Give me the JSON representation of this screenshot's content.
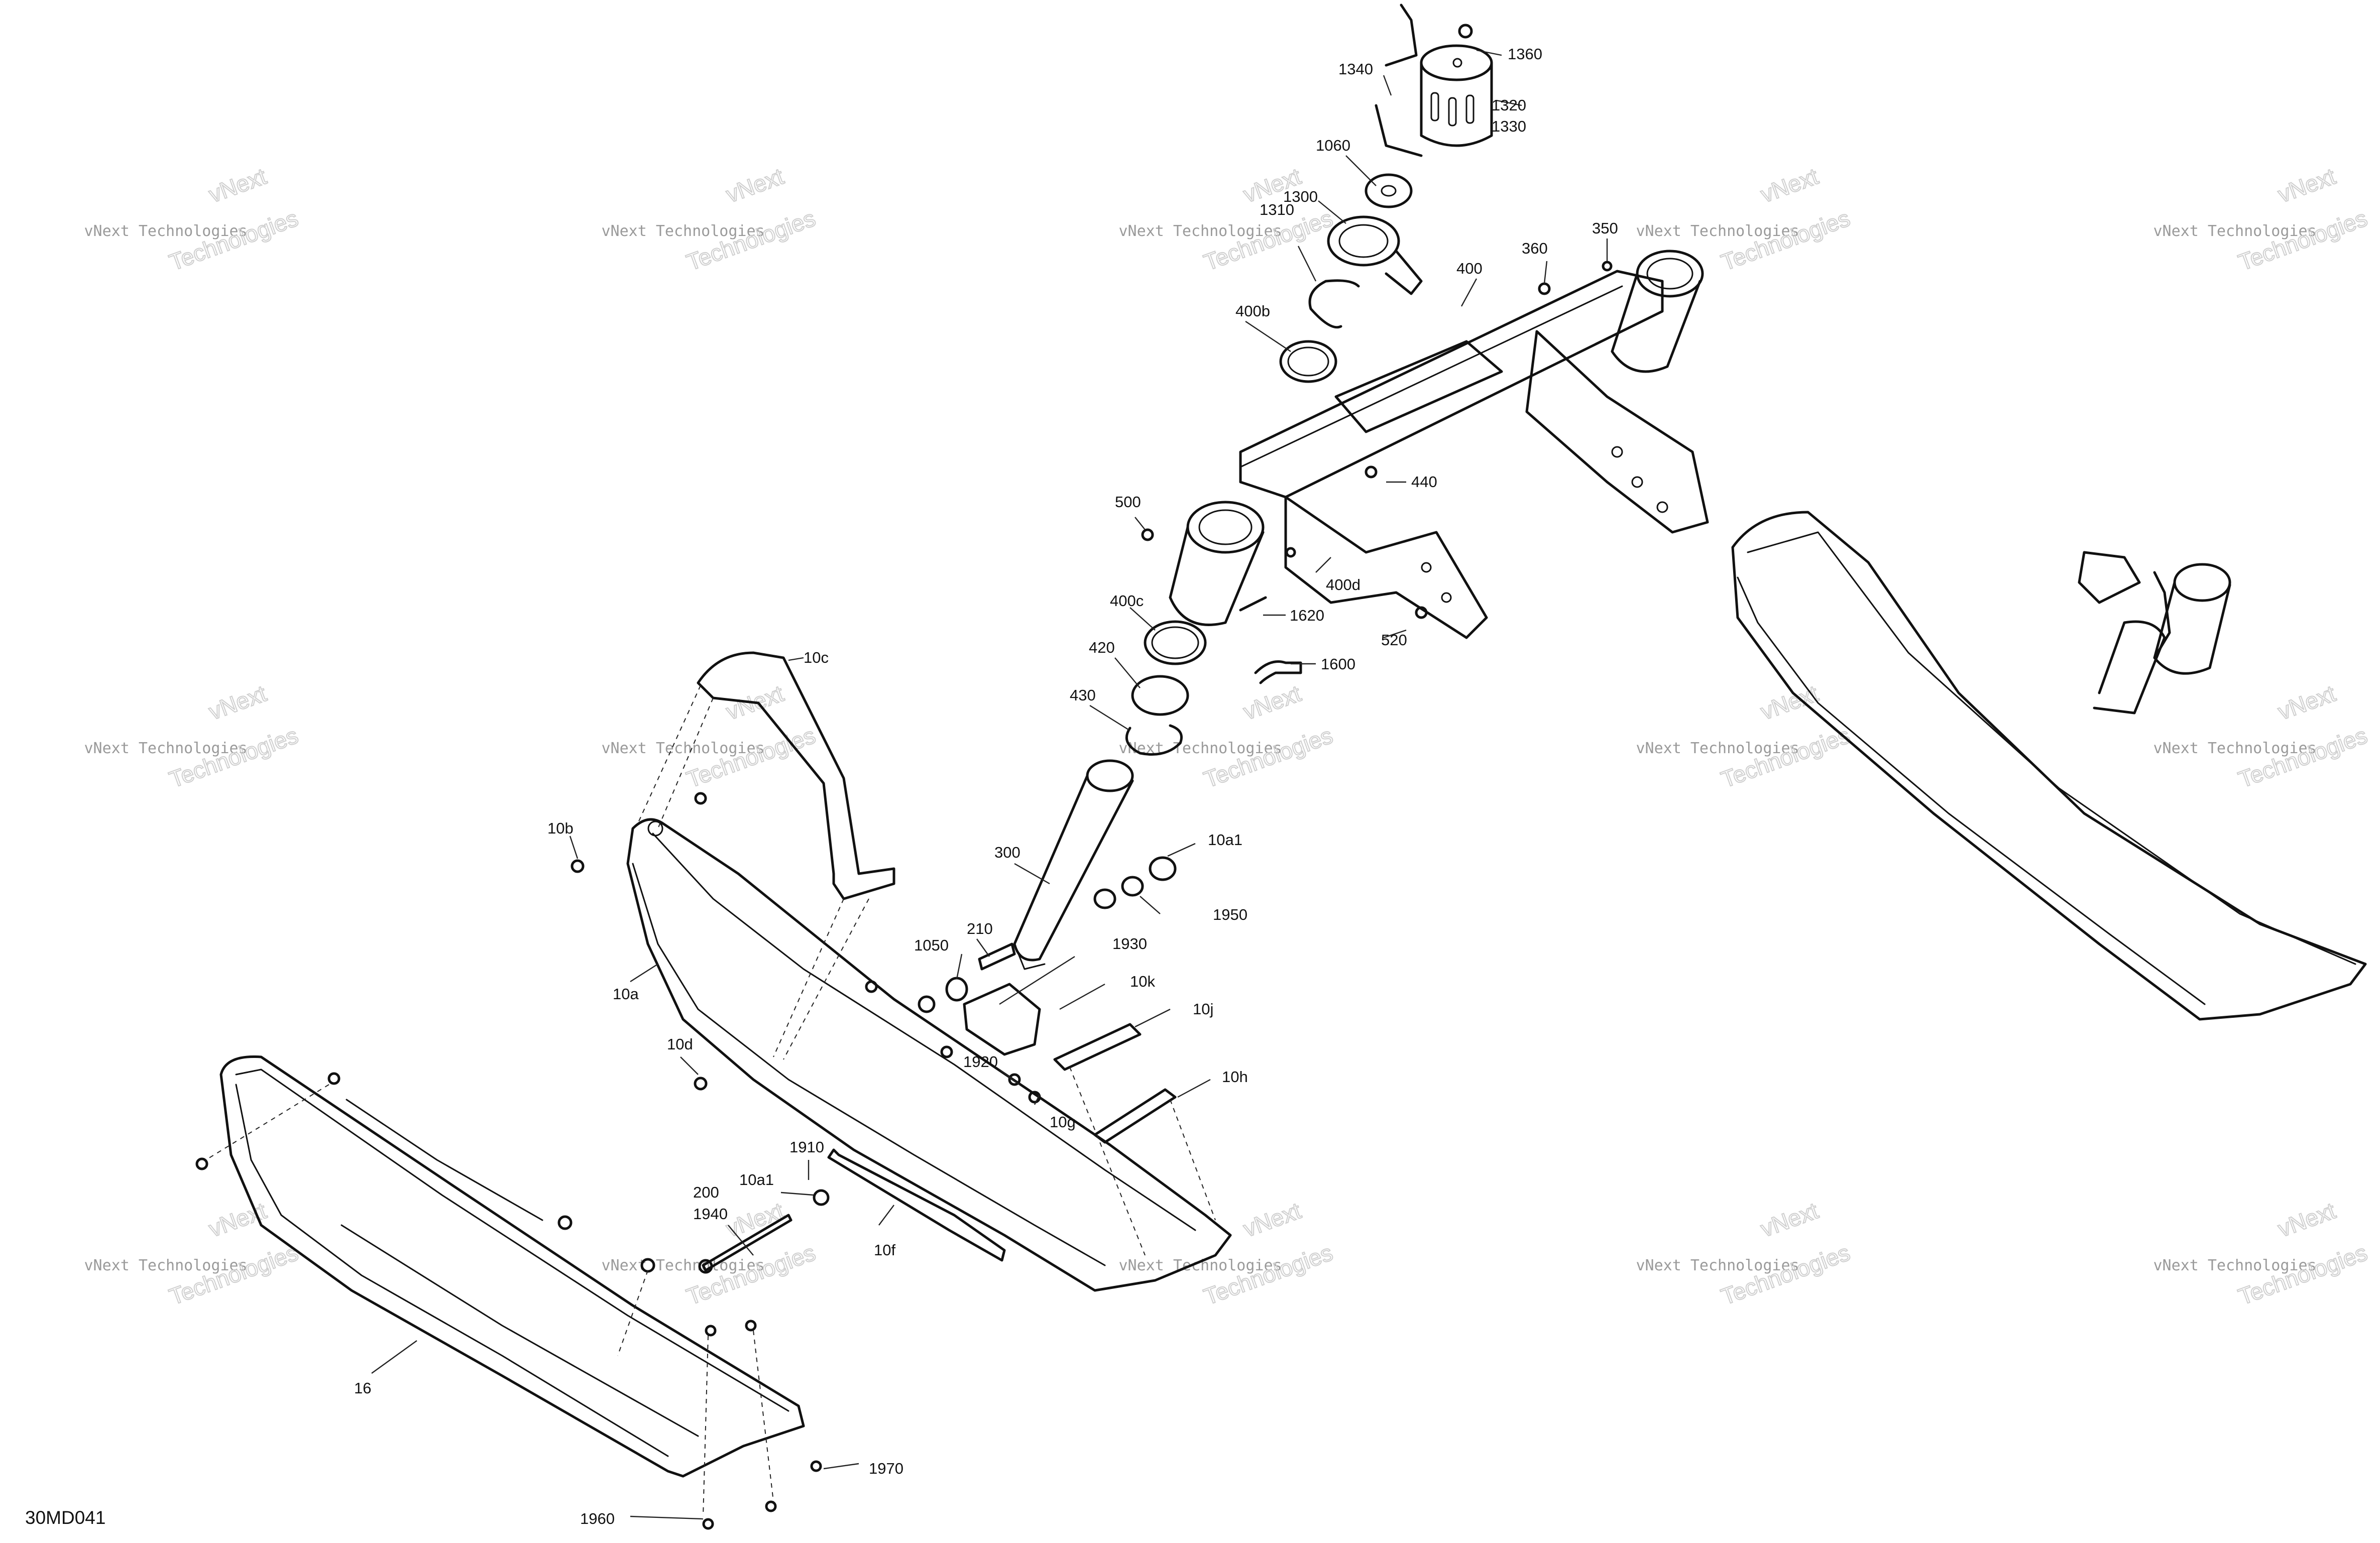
{
  "diagram_code": "30MD041",
  "watermark": {
    "line1": "vNext Technologies",
    "line2": "vNext",
    "line3": "Technologies"
  },
  "callouts": [
    {
      "id": "1360",
      "text": "1360"
    },
    {
      "id": "1340",
      "text": "1340"
    },
    {
      "id": "1320",
      "text": "1320"
    },
    {
      "id": "1330",
      "text": "1330"
    },
    {
      "id": "1060",
      "text": "1060"
    },
    {
      "id": "1300",
      "text": "1300"
    },
    {
      "id": "1310",
      "text": "1310"
    },
    {
      "id": "360",
      "text": "360"
    },
    {
      "id": "350",
      "text": "350"
    },
    {
      "id": "400",
      "text": "400"
    },
    {
      "id": "400b",
      "text": "400b"
    },
    {
      "id": "440",
      "text": "440"
    },
    {
      "id": "500",
      "text": "500"
    },
    {
      "id": "400d",
      "text": "400d"
    },
    {
      "id": "400c",
      "text": "400c"
    },
    {
      "id": "1620",
      "text": "1620"
    },
    {
      "id": "520",
      "text": "520"
    },
    {
      "id": "420",
      "text": "420"
    },
    {
      "id": "1600",
      "text": "1600"
    },
    {
      "id": "10c",
      "text": "10c"
    },
    {
      "id": "430",
      "text": "430"
    },
    {
      "id": "10b",
      "text": "10b"
    },
    {
      "id": "10a1_top",
      "text": "10a1"
    },
    {
      "id": "300",
      "text": "300"
    },
    {
      "id": "1950",
      "text": "1950"
    },
    {
      "id": "210",
      "text": "210"
    },
    {
      "id": "1930",
      "text": "1930"
    },
    {
      "id": "1050",
      "text": "1050"
    },
    {
      "id": "10k",
      "text": "10k"
    },
    {
      "id": "10a",
      "text": "10a"
    },
    {
      "id": "10j",
      "text": "10j"
    },
    {
      "id": "10d",
      "text": "10d"
    },
    {
      "id": "1920",
      "text": "1920"
    },
    {
      "id": "10h",
      "text": "10h"
    },
    {
      "id": "10g",
      "text": "10g"
    },
    {
      "id": "1910",
      "text": "1910"
    },
    {
      "id": "10a1_bottom",
      "text": "10a1"
    },
    {
      "id": "200",
      "text": "200"
    },
    {
      "id": "1940",
      "text": "1940"
    },
    {
      "id": "10f",
      "text": "10f"
    },
    {
      "id": "16",
      "text": "16"
    },
    {
      "id": "1970",
      "text": "1970"
    },
    {
      "id": "1960",
      "text": "1960"
    }
  ]
}
